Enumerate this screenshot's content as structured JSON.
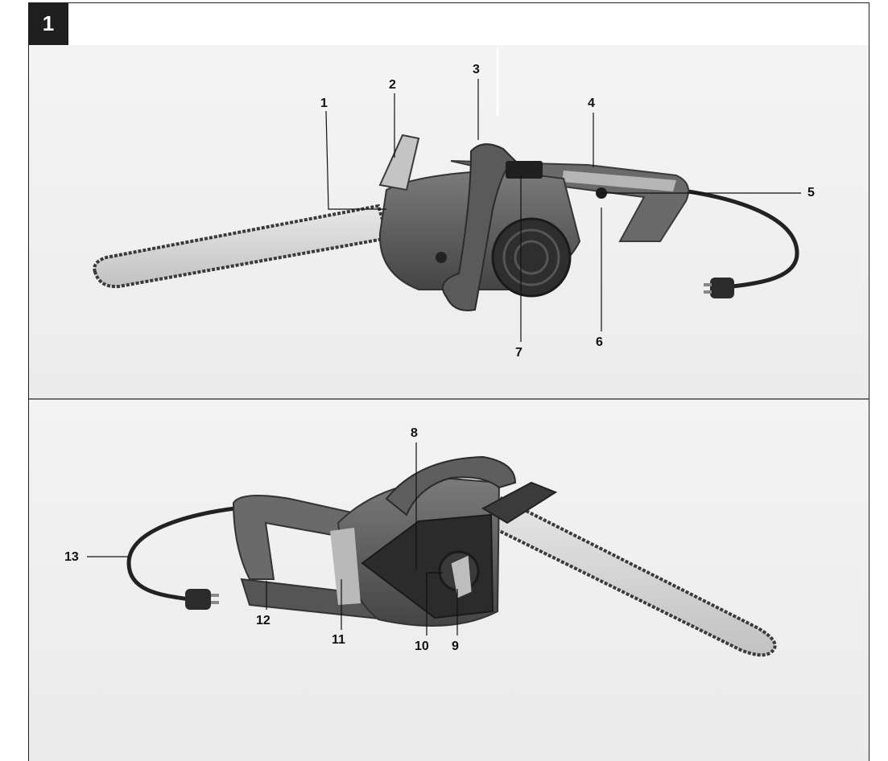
{
  "figure_number": "1",
  "panels": [
    {
      "id": "top-view",
      "callouts": [
        "1",
        "2",
        "3",
        "4",
        "5",
        "6",
        "7"
      ]
    },
    {
      "id": "bottom-view",
      "callouts": [
        "8",
        "9",
        "10",
        "11",
        "12",
        "13"
      ]
    }
  ],
  "colors": {
    "backdrop": "#f1f1f1",
    "frame": "#222222",
    "body_dark": "#3a3a3a",
    "body_mid": "#6e6e6e",
    "accent_light": "#b9b9b9",
    "bar_metal": "#d6d6d6",
    "chain": "#4a4a4a"
  }
}
